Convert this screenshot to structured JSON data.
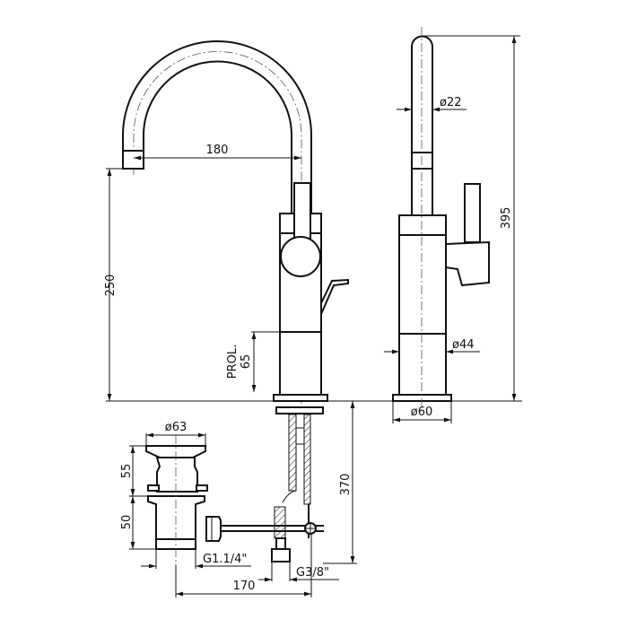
{
  "title": "Single-lever basin mixer with swivel spout – dimensional drawing",
  "dimensions": {
    "spout_reach": "180",
    "spout_height": "250",
    "extension_label": "PROL.",
    "extension_value": "65",
    "stem_diameter": "ø22",
    "total_height": "395",
    "body_diameter": "ø44",
    "base_diameter": "ø60",
    "waste_diameter": "ø63",
    "waste_upper_height": "55",
    "waste_lower_height": "50",
    "waste_thread": "G1.1/4\"",
    "supply_thread": "G3/8\"",
    "under_deck_length": "370",
    "waste_offset": "170"
  },
  "colors": {
    "line": "#111111",
    "background": "#ffffff"
  }
}
